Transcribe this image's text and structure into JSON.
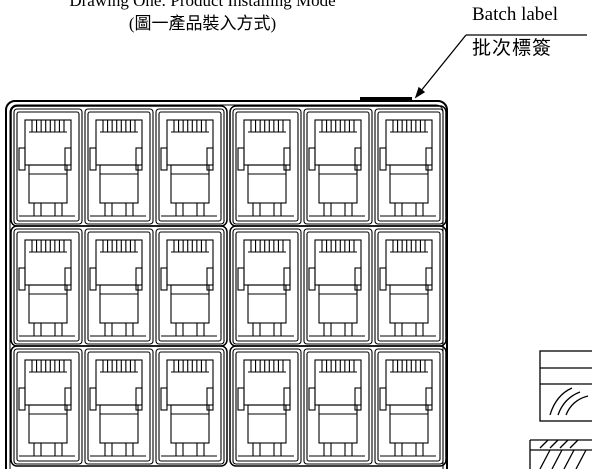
{
  "caption": {
    "title": "Drawing One: Product Installing Mode",
    "subtitle": "(圖一產品裝入方式)"
  },
  "batch_label": {
    "english": "Batch label",
    "chinese": "批次標簽"
  },
  "tray": {
    "rows": 3,
    "columns": 6,
    "blocks_per_row": 2
  }
}
